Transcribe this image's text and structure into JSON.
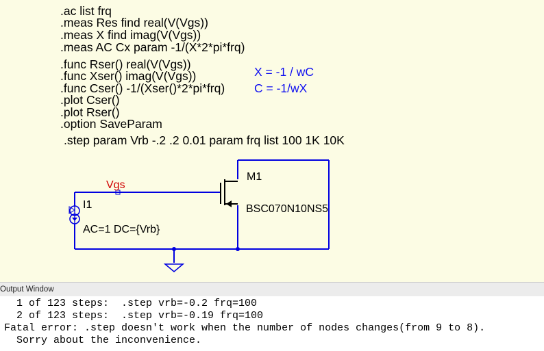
{
  "directives": [
    ".ac list frq",
    ".meas Res find real(V(Vgs))",
    ".meas X find imag(V(Vgs))",
    ".meas AC Cx param -1/(X*2*pi*frq)",
    ".func Rser() real(V(Vgs))",
    ".func Xser() imag(V(Vgs))",
    ".func Cser() -1/(Xser()*2*pi*frq)",
    ".plot Cser()",
    ".plot Rser()",
    ".option SaveParam"
  ],
  "notes": [
    "X = -1 / wC",
    "C = -1/wX"
  ],
  "step_directive": ".step param Vrb -.2 .2 0.01 param frq list 100 1K 10K",
  "schematic": {
    "net_label": "Vgs",
    "mosfet_name": "M1",
    "mosfet_model": "BSC070N10NS5",
    "source_name": "I1",
    "source_value": "AC=1 DC={Vrb}",
    "wire_color": "#0000e0",
    "label_color": "#d00000"
  },
  "output_window": {
    "title": "Output Window",
    "lines": [
      "  1 of 123 steps:  .step vrb=-0.2 frq=100",
      "  2 of 123 steps:  .step vrb=-0.19 frq=100",
      "Fatal error: .step doesn't work when the number of nodes changes(from 9 to 8).",
      "  Sorry about the inconvenience."
    ]
  }
}
